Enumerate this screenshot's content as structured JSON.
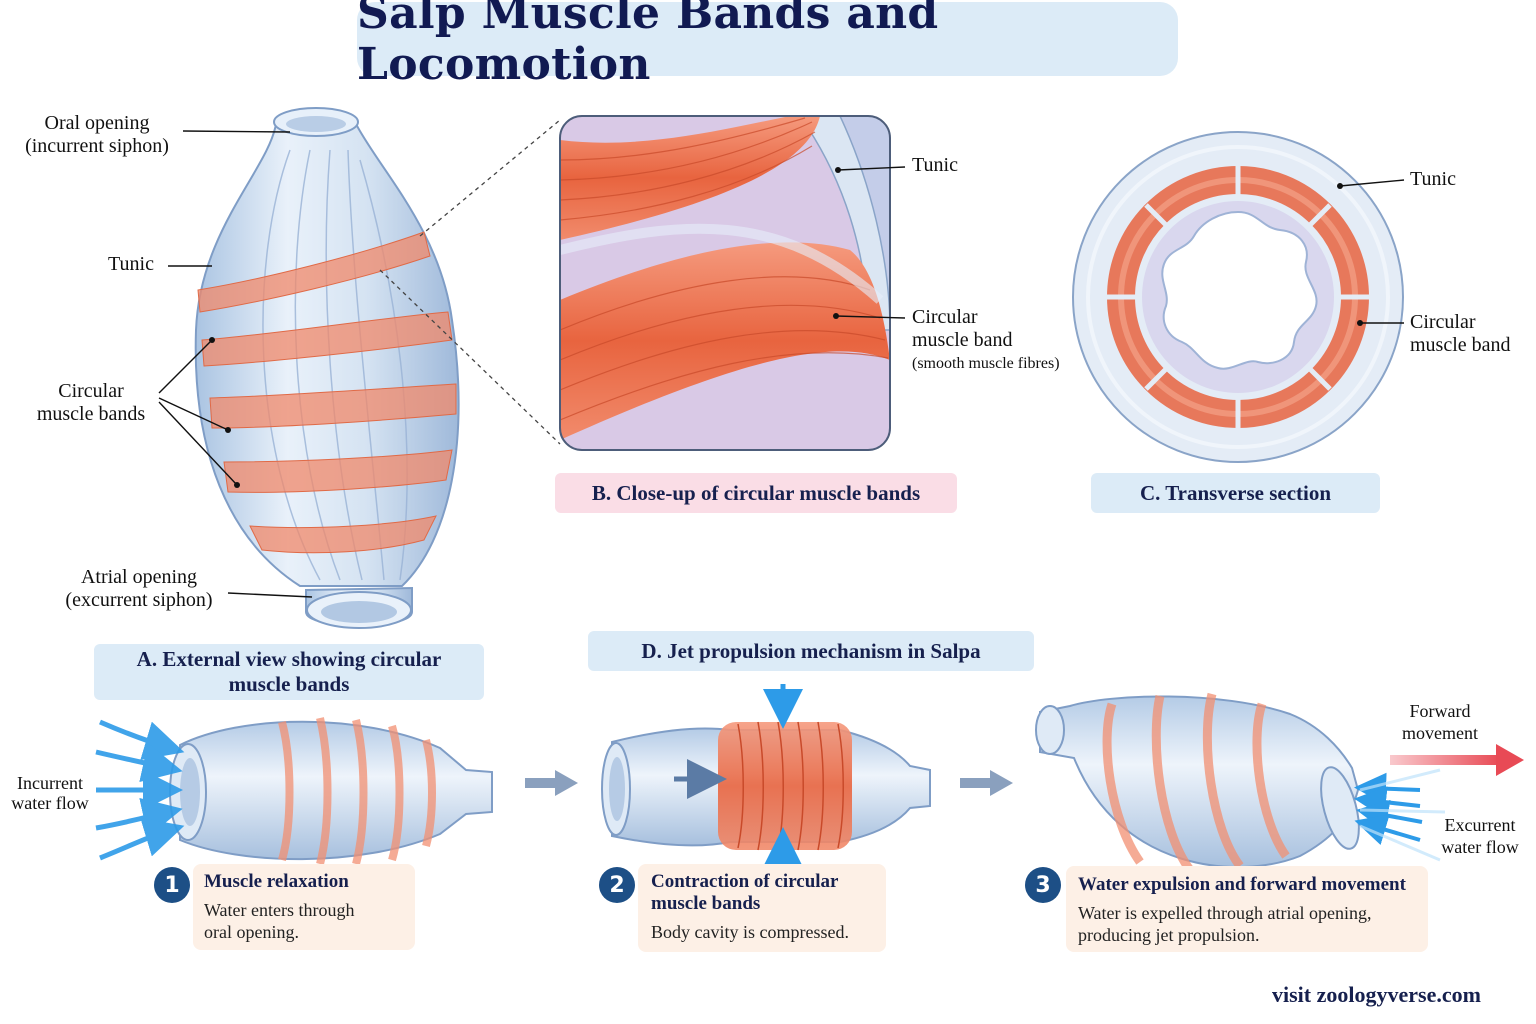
{
  "title": "Salp Muscle Bands and Locomotion",
  "panel_a": {
    "caption": "A. External view showing circular muscle bands",
    "labels": {
      "oral_1": "Oral opening",
      "oral_2": "(incurrent siphon)",
      "tunic": "Tunic",
      "bands_1": "Circular",
      "bands_2": "muscle bands",
      "atrial_1": "Atrial opening",
      "atrial_2": "(excurrent siphon)"
    }
  },
  "panel_b": {
    "caption": "B. Close-up of circular muscle bands",
    "labels": {
      "tunic": "Tunic",
      "band_1": "Circular",
      "band_2": "muscle band",
      "band_3": "(smooth muscle fibres)"
    }
  },
  "panel_c": {
    "caption": "C. Transverse section",
    "labels": {
      "tunic": "Tunic",
      "band_1": "Circular",
      "band_2": "muscle band"
    }
  },
  "panel_d": {
    "caption": "D. Jet propulsion mechanism in Salpa",
    "incurrent_1": "Incurrent",
    "incurrent_2": "water flow",
    "forward_1": "Forward",
    "forward_2": "movement",
    "excurrent_1": "Excurrent",
    "excurrent_2": "water flow",
    "steps": [
      {
        "num": "1",
        "title": "Muscle relaxation",
        "body_1": "Water enters through",
        "body_2": "oral opening."
      },
      {
        "num": "2",
        "title_1": "Contraction of circular",
        "title_2": "muscle bands",
        "body_1": "Body cavity is compressed."
      },
      {
        "num": "3",
        "title": "Water expulsion and forward movement",
        "body_1": "Water is expelled through atrial opening,",
        "body_2": "producing jet propulsion."
      }
    ]
  },
  "footer": "visit zoologyverse.com",
  "colors": {
    "muscle": "#ee7a5a",
    "tunic": "#c9dcef",
    "title_bg": "#dcebf7",
    "caption_pink": "#fadde6",
    "step_num": "#1d4f86",
    "water_arrow": "#2d9be8",
    "forward_arrow": "#e84a55"
  }
}
